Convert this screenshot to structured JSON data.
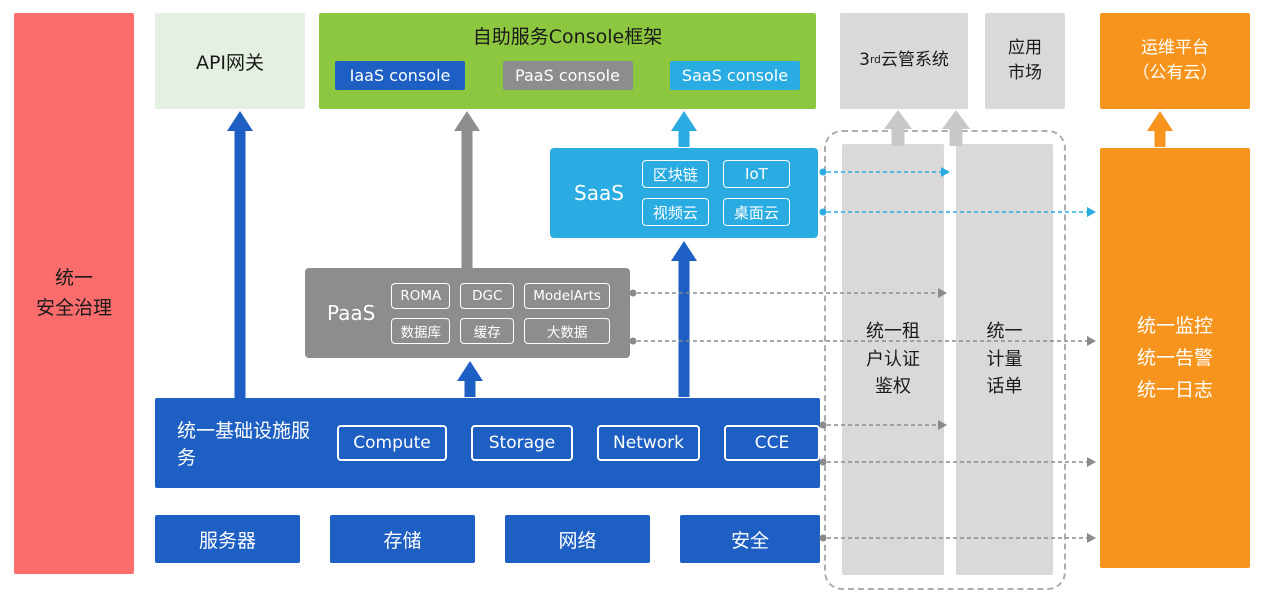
{
  "diagram": {
    "security_bar": "统一\n安全治理",
    "api_gateway": "API网关",
    "console": {
      "title": "自助服务Console框架",
      "iaas_console": "IaaS console",
      "paas_console": "PaaS console",
      "saas_console": "SaaS console"
    },
    "third_cloud": {
      "prefix": "3",
      "sup": "rd",
      "rest": "云管系统"
    },
    "app_market": "应用\n市场",
    "om_platform": "运维平台\n（公有云）",
    "saas": {
      "label": "SaaS",
      "items": [
        "区块链",
        "IoT",
        "视频云",
        "桌面云"
      ]
    },
    "paas": {
      "label": "PaaS",
      "items": [
        "ROMA",
        "DGC",
        "ModelArts",
        "数据库",
        "缓存",
        "大数据"
      ]
    },
    "iaas": {
      "label": "统一基础设施服务",
      "items": [
        "Compute",
        "Storage",
        "Network",
        "CCE"
      ]
    },
    "resources": [
      "服务器",
      "存储",
      "网络",
      "安全"
    ],
    "auth_bar": "统一租\n户认证\n鉴权",
    "metering_bar": "统一\n计量\n话单",
    "monitor_bar": "统一监控\n统一告警\n统一日志"
  },
  "colors": {
    "red": "#FB6D6D",
    "green": "#8DC63F",
    "light_green": "#E4F1E2",
    "blue": "#1D5FC2",
    "gray": "#8D8D8D",
    "light_gray": "#D9D9D9",
    "cyan": "#2AACE3",
    "orange": "#F7941D"
  }
}
